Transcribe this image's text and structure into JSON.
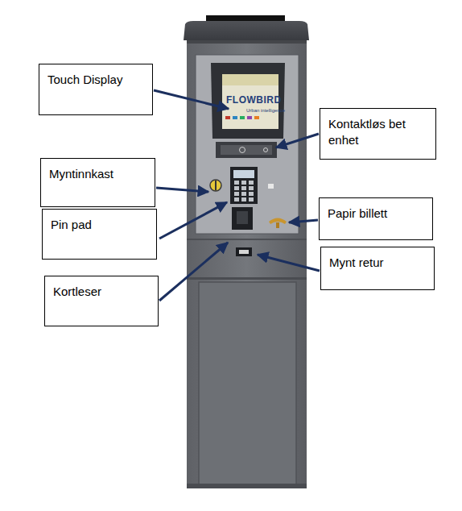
{
  "diagram": {
    "nodes": [
      {
        "text": [
          "Touch Display"
        ]
      },
      {
        "text": [
          "Kontaktløs bet enhet"
        ]
      },
      {
        "text": [
          "Myntinnkast"
        ]
      },
      {
        "text": [
          "Pin pad"
        ]
      },
      {
        "text": [
          "Papir billett"
        ]
      },
      {
        "text": [
          "Mynt retur"
        ]
      },
      {
        "text": [
          "Kortleser"
        ]
      }
    ],
    "labels": [
      "FLOWBIRD",
      "Urban intelligence"
    ]
  }
}
